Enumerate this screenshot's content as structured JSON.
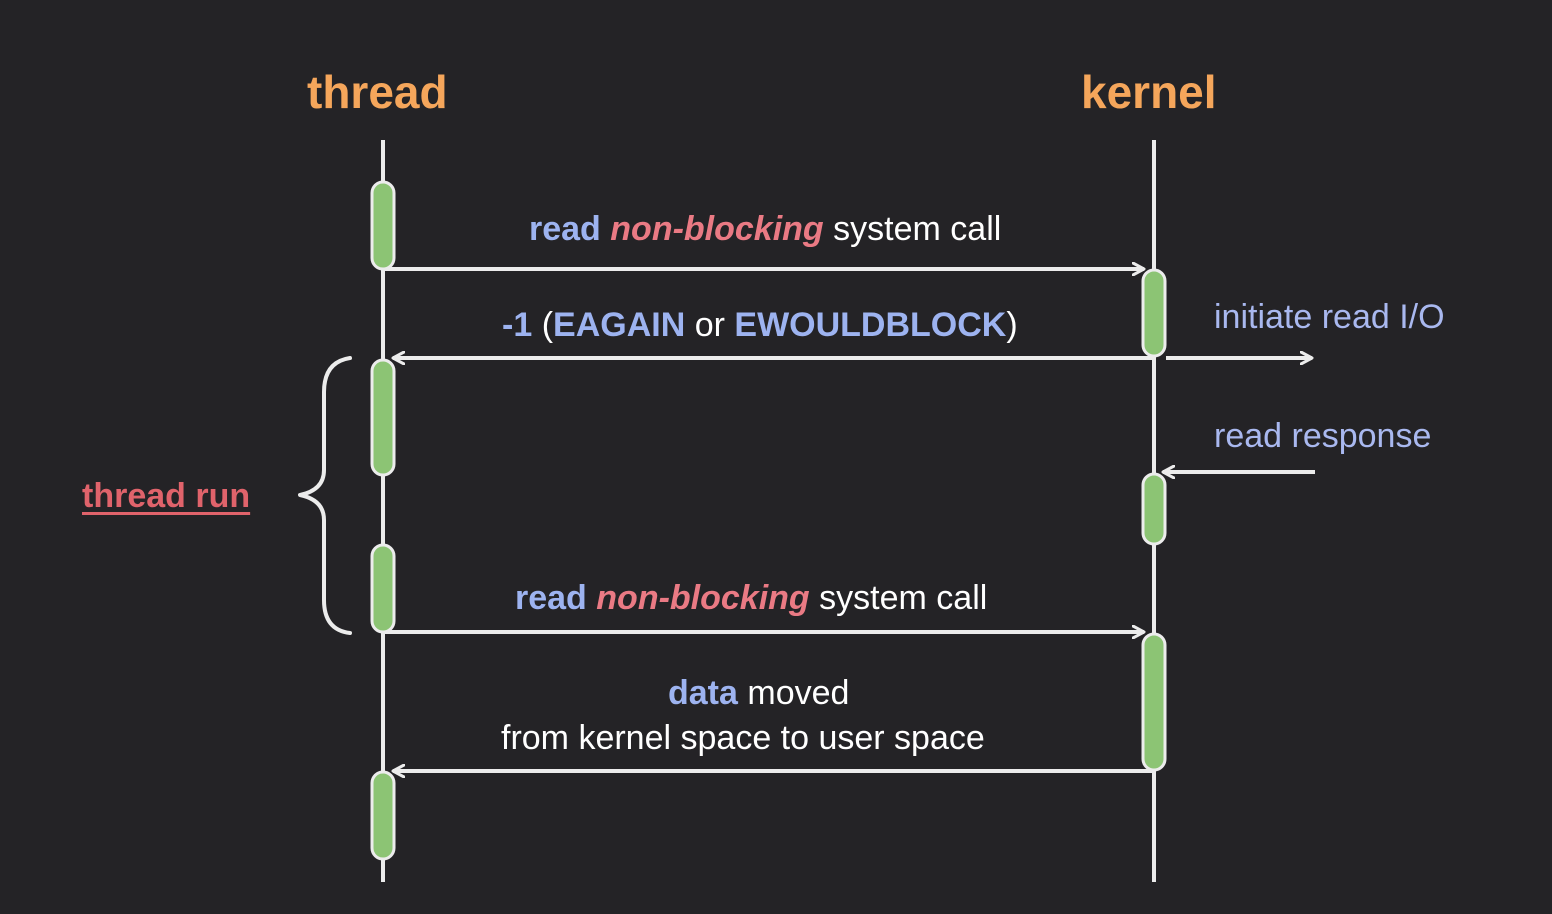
{
  "lanes": {
    "thread": "thread",
    "kernel": "kernel"
  },
  "messages": {
    "call1": {
      "read": "read",
      "non_blocking": "non-blocking",
      "rest": "system call"
    },
    "reply1": {
      "code": "-1",
      "open": "(",
      "eagain": "EAGAIN",
      "or": "or",
      "ewouldblock": "EWOULDBLOCK",
      "close": ")"
    },
    "call2": {
      "read": "read",
      "non_blocking": "non-blocking",
      "rest": "system call"
    },
    "reply2": {
      "data": "data",
      "moved": "moved",
      "line2": "from kernel space to user space"
    }
  },
  "kernel_notes": {
    "initiate": "initiate read I/O",
    "response": "read response"
  },
  "brace_label": "thread run",
  "colors": {
    "background": "#242326",
    "lane_title": "#f5a65b",
    "keyword": "#9db3f0",
    "non_blocking": "#ea7a84",
    "activation": "#8cc474",
    "line": "#ececec"
  }
}
